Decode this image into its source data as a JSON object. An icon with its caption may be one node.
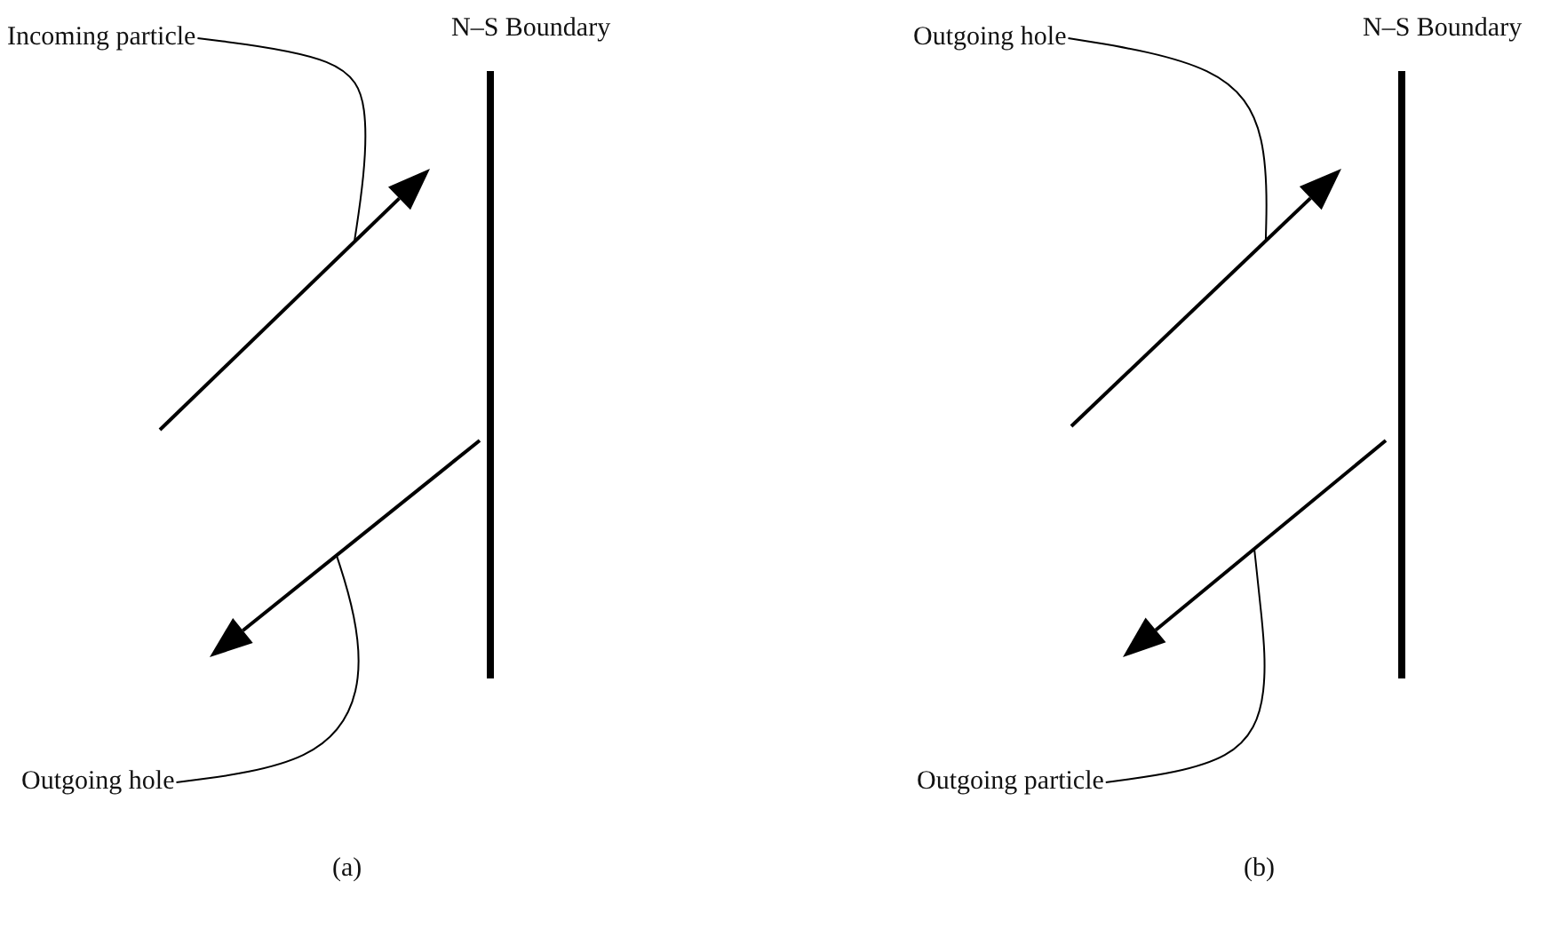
{
  "diagram": {
    "nodes": [
      {
        "text": [
          "N–S Boundary"
        ]
      },
      {
        "text": [
          "Incoming particle"
        ]
      },
      {
        "text": [],
        "shape": "arrow"
      },
      {
        "text": [],
        "shape": "arrow"
      },
      {
        "text": [
          "Outgoing hole"
        ]
      },
      {
        "text": [
          "N–S Boundary"
        ]
      },
      {
        "text": [
          "Outgoing hole"
        ]
      },
      {
        "text": [],
        "shape": "arrow"
      },
      {
        "text": [],
        "shape": "arrow"
      },
      {
        "text": [
          "Outgoing particle"
        ]
      }
    ],
    "edges": [
      {
        "from": 1,
        "to": 2,
        "arrow": "none"
      },
      {
        "from": 4,
        "to": 3,
        "arrow": "none"
      },
      {
        "from": 6,
        "to": 7,
        "arrow": "none"
      },
      {
        "from": 9,
        "to": 8,
        "arrow": "none"
      }
    ],
    "labels": [
      "(a)",
      "(b)"
    ]
  }
}
